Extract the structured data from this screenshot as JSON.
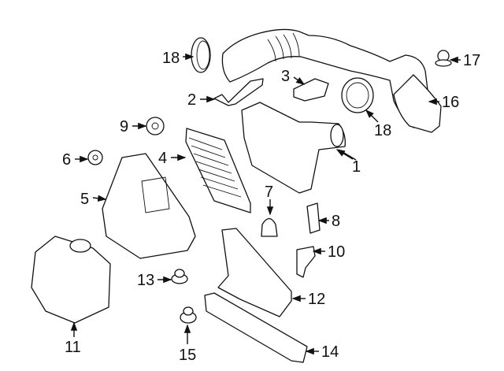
{
  "diagram": {
    "type": "exploded-parts-diagram",
    "labels": [
      {
        "id": "1",
        "text": "1"
      },
      {
        "id": "2",
        "text": "2"
      },
      {
        "id": "3",
        "text": "3"
      },
      {
        "id": "4",
        "text": "4"
      },
      {
        "id": "5",
        "text": "5"
      },
      {
        "id": "6",
        "text": "6"
      },
      {
        "id": "7",
        "text": "7"
      },
      {
        "id": "8",
        "text": "8"
      },
      {
        "id": "9",
        "text": "9"
      },
      {
        "id": "10",
        "text": "10"
      },
      {
        "id": "11",
        "text": "11"
      },
      {
        "id": "12",
        "text": "12"
      },
      {
        "id": "13",
        "text": "13"
      },
      {
        "id": "14",
        "text": "14"
      },
      {
        "id": "15",
        "text": "15"
      },
      {
        "id": "16",
        "text": "16"
      },
      {
        "id": "17",
        "text": "17"
      },
      {
        "id": "18a",
        "text": "18"
      },
      {
        "id": "18b",
        "text": "18"
      }
    ]
  }
}
